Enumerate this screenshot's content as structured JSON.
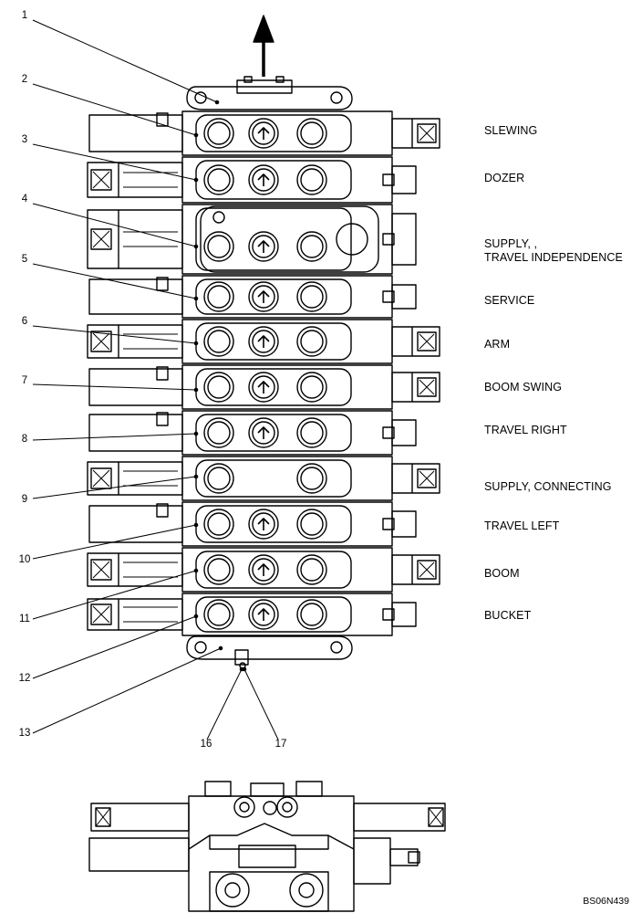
{
  "diagram": {
    "sections": [
      {
        "label": "SLEWING"
      },
      {
        "label": "DOZER"
      },
      {
        "label": "SUPPLY, ,",
        "label2": "TRAVEL INDEPENDENCE"
      },
      {
        "label": "SERVICE"
      },
      {
        "label": "ARM"
      },
      {
        "label": "BOOM SWING"
      },
      {
        "label": "TRAVEL RIGHT"
      },
      {
        "label": "SUPPLY, CONNECTING"
      },
      {
        "label": "TRAVEL LEFT"
      },
      {
        "label": "BOOM"
      },
      {
        "label": "BUCKET"
      }
    ],
    "callouts": [
      "1",
      "2",
      "3",
      "4",
      "5",
      "6",
      "7",
      "8",
      "9",
      "10",
      "11",
      "12",
      "13",
      "16",
      "17"
    ],
    "drawing_code": "BS06N439"
  }
}
